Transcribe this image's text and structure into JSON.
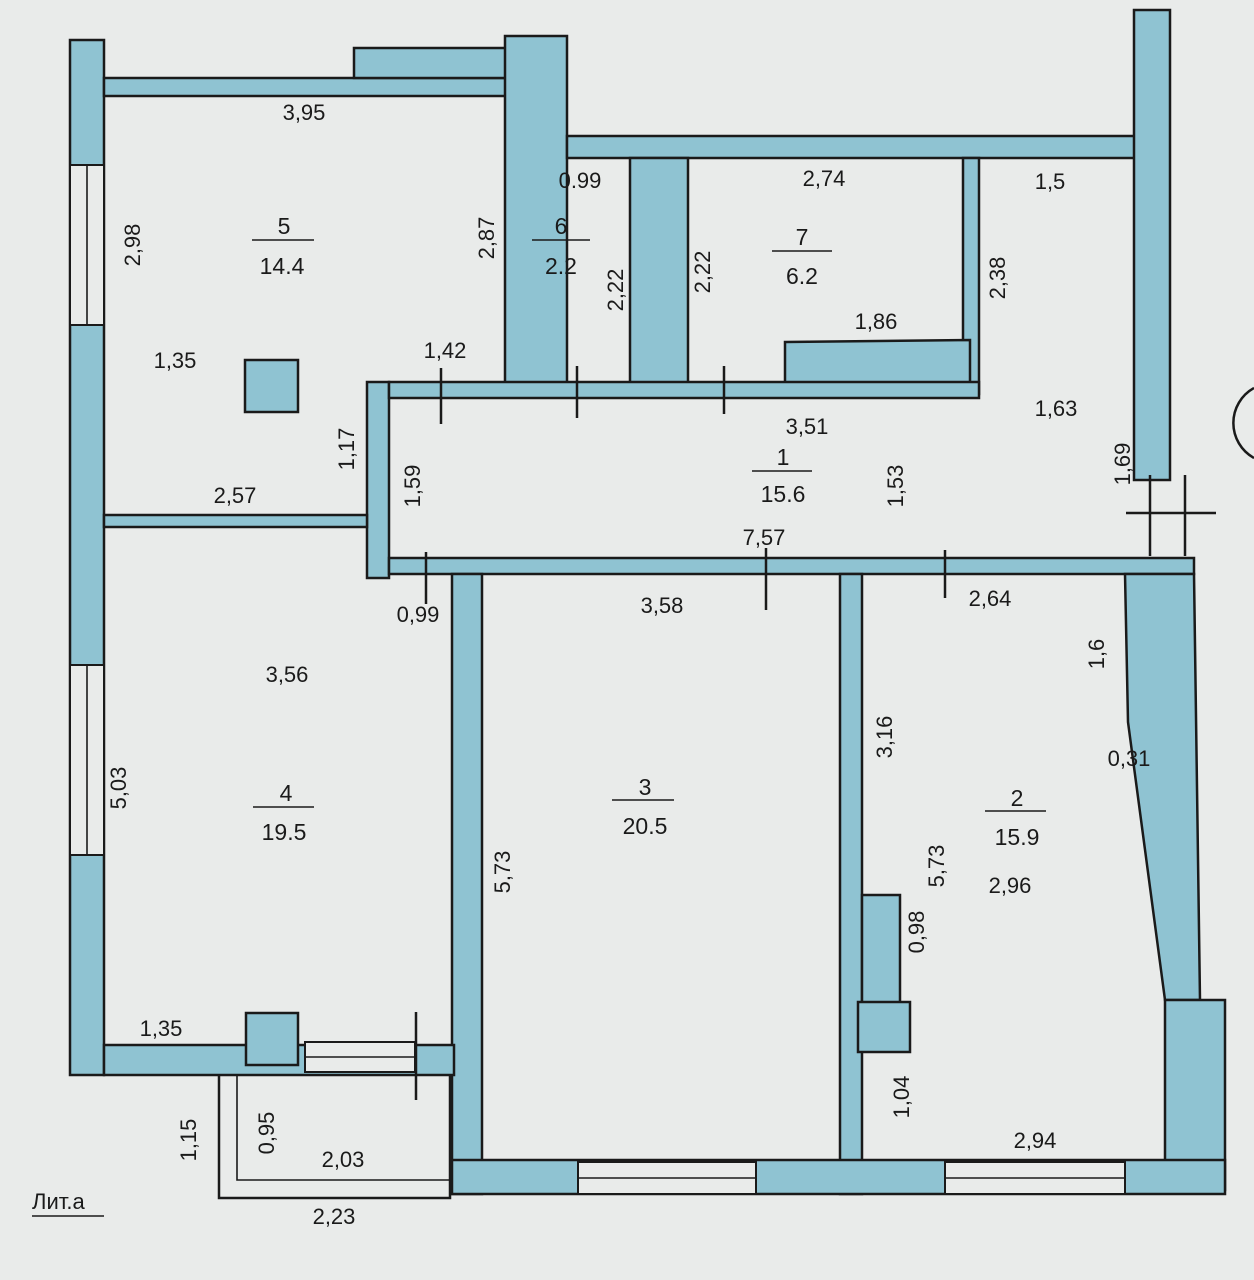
{
  "colors": {
    "paper": "#e9ebea",
    "wall_fill": "#8fc3d2",
    "ink": "#1a1a1a"
  },
  "label": "Лит.а",
  "rooms": [
    {
      "number": "5",
      "area": "14.4"
    },
    {
      "number": "6",
      "area": "2.2"
    },
    {
      "number": "7",
      "area": "6.2"
    },
    {
      "number": "1",
      "area": "15.6"
    },
    {
      "number": "4",
      "area": "19.5"
    },
    {
      "number": "3",
      "area": "20.5"
    },
    {
      "number": "2",
      "area": "15.9"
    }
  ],
  "dimensions": {
    "r5_top": "3,95",
    "r5_left": "2,98",
    "r5_right": "2,87",
    "r5_inner": "1,35",
    "r5_door": "1,42",
    "r6_top": "0.99",
    "r6_right": "2,22",
    "r7_top": "2,74",
    "r7_left": "2,22",
    "r7_inner": "1,86",
    "ne_top": "1,5",
    "ne_left": "2,38",
    "ne_right": "1,63",
    "hall_top": "3,51",
    "hall_left": "1,59",
    "hall_mid": "1,53",
    "hall_right": "1,69",
    "hall_bottom": "7,57",
    "hall_side": "1,17",
    "r4_top": "2,57",
    "r4_door": "0,99",
    "r4_inner": "3,56",
    "r4_left": "5,03",
    "r4_bottom": "1,35",
    "r3_top": "3,58",
    "r3_left": "5,73",
    "r2_top": "2,64",
    "r2_right_top": "1,6",
    "r2_left": "3,16",
    "r2_jog": "0,31",
    "r2_mid": "5,73",
    "r2_inner": "2,96",
    "r2_niche": "0,98",
    "r2_low": "1,04",
    "r2_bottom": "2,94",
    "balc_left": "1,15",
    "balc_inner": "0,95",
    "balc_top": "2,03",
    "balc_bottom": "2,23"
  }
}
